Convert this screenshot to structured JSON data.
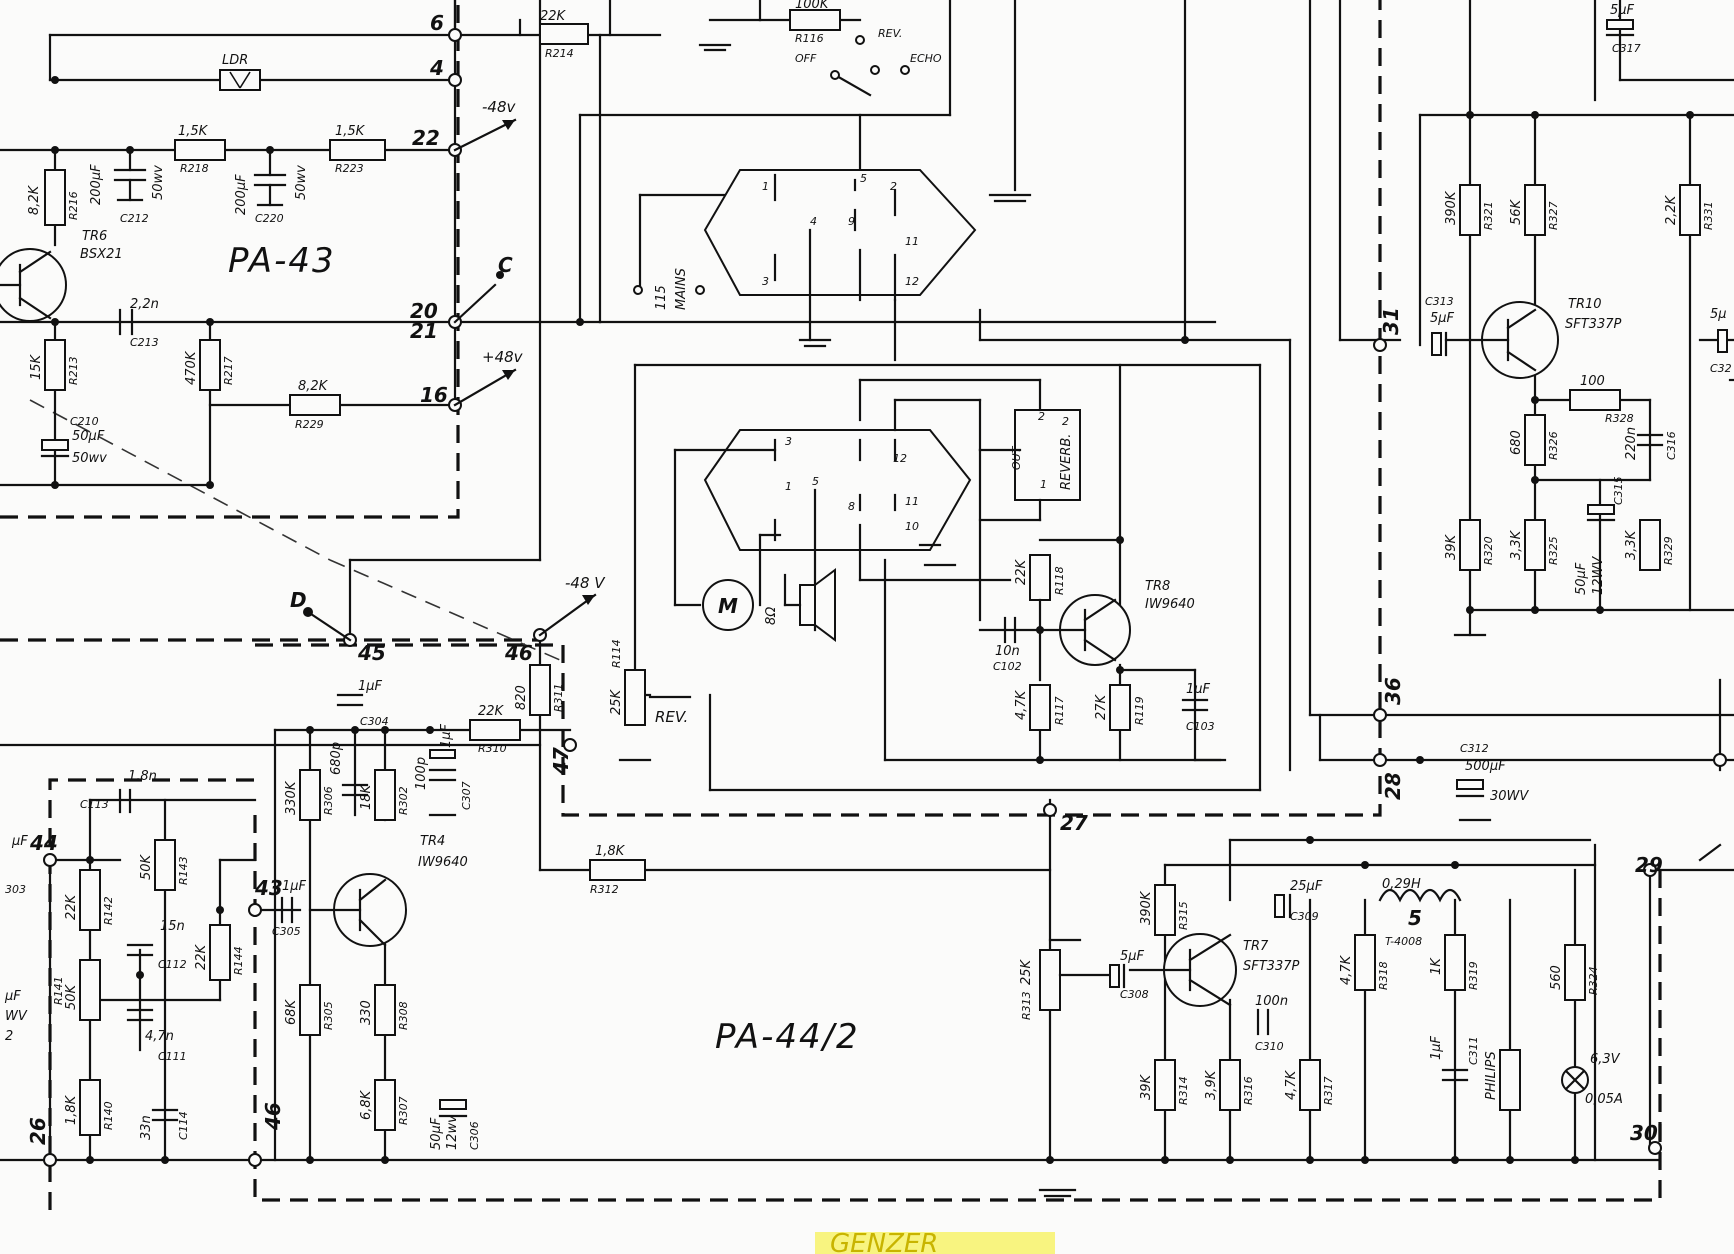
{
  "boards": {
    "pa43": "PA-43",
    "pa44": "PA-44/2"
  },
  "footer_mark": "GENZER",
  "terminals": {
    "t6": "6",
    "t4": "4",
    "t22": "22",
    "t20": "20",
    "t21": "21",
    "t16": "16",
    "t45": "45",
    "t46": "46",
    "t47": "47",
    "t44": "44",
    "t43": "43",
    "t26": "26",
    "t46b": "46",
    "t27": "27",
    "t28": "28",
    "t36": "36",
    "t31": "31",
    "t29": "29",
    "t30": "30",
    "tD": "D",
    "tC": "C"
  },
  "rails": {
    "m48a": "-48v",
    "p48": "+48v",
    "m48b": "-48 V"
  },
  "components": {
    "r214": {
      "v": "22K",
      "r": "R214"
    },
    "ldr": {
      "v": "LDR"
    },
    "r218": {
      "v": "1,5K",
      "r": "R218"
    },
    "r223": {
      "v": "1,5K",
      "r": "R223"
    },
    "r216": {
      "v": "8,2K",
      "r": "R216"
    },
    "c212": {
      "v": "200µF",
      "r": "C212",
      "wv": "50wv"
    },
    "c220": {
      "v": "200µF",
      "r": "C220",
      "wv": "50wv"
    },
    "tr6a": {
      "v": "TR6",
      "t": "BSX21"
    },
    "c213": {
      "v": "2,2n",
      "r": "C213"
    },
    "r213": {
      "v": "15K",
      "r": "R213"
    },
    "r217": {
      "v": "470K",
      "r": "R217"
    },
    "r229": {
      "v": "8,2K",
      "r": "R229"
    },
    "c210": {
      "v": "C210",
      "r": "50µF",
      "wv": "50wv"
    },
    "r116": {
      "v": "100K",
      "r": "R116"
    },
    "sw_rev": "REV.",
    "sw_off": "OFF",
    "sw_echo": "ECHO",
    "mains": {
      "v": "115",
      "r": "MAINS"
    },
    "pins_top": [
      "1",
      "2",
      "3",
      "4",
      "5",
      "9",
      "11",
      "12"
    ],
    "pins_mid": [
      "1",
      "2",
      "3",
      "5",
      "8",
      "10",
      "11",
      "12"
    ],
    "motor": "M",
    "spk": "8Ω",
    "reverb": {
      "a": "OUT",
      "b": "REVERB.",
      "p1": "1",
      "p2": "2"
    },
    "r118": {
      "v": "22K",
      "r": "R118"
    },
    "tr8": {
      "v": "TR8",
      "t": "IW9640"
    },
    "c102": {
      "v": "10n",
      "r": "C102"
    },
    "r117": {
      "v": "4,7K",
      "r": "R117"
    },
    "r119": {
      "v": "27K",
      "r": "R119"
    },
    "c103": {
      "v": "1µF",
      "r": "C103"
    },
    "c304": {
      "v": "1µF",
      "r": "C304"
    },
    "r311": {
      "v": "820",
      "r": "R311"
    },
    "r114": {
      "v": "25K",
      "r": "R114"
    },
    "rev2": "REV.",
    "r310": {
      "v": "22K",
      "r": "R310"
    },
    "r306": {
      "v": "330K",
      "r": "R306"
    },
    "c_680": {
      "v": "680p",
      "r": ""
    },
    "r302": {
      "v": "18K",
      "r": "R302"
    },
    "c_100": {
      "v": "100p",
      "r": ""
    },
    "c307": {
      "v": "1µF",
      "r": "C307"
    },
    "tr4": {
      "v": "TR4",
      "t": "IW9640"
    },
    "c113": {
      "v": "1,8n",
      "r": "C113"
    },
    "r143": {
      "v": "50K",
      "r": "R143"
    },
    "r142": {
      "v": "22K",
      "r": "R142"
    },
    "r141": {
      "v": "50K",
      "r": "R141"
    },
    "c112": {
      "v": "15n",
      "r": "C112"
    },
    "c111": {
      "v": "4,7n",
      "r": "C111"
    },
    "r144": {
      "v": "22K",
      "r": "R144"
    },
    "r140": {
      "v": "1,8K",
      "r": "R140"
    },
    "c114": {
      "v": "33n",
      "r": "C114"
    },
    "c305": {
      "v": "1µF",
      "r": "C305"
    },
    "r305": {
      "v": "68K",
      "r": "R305"
    },
    "r308": {
      "v": "330",
      "r": "R308"
    },
    "r307": {
      "v": "6,8K",
      "r": "R307"
    },
    "c306": {
      "v": "50µF",
      "r": "C306",
      "wv": "12wv"
    },
    "r312": {
      "v": "1,8K",
      "r": "R312"
    },
    "c303": {
      "v": "µF",
      "r": "303"
    },
    "c_left": {
      "a": "µF",
      "b": "WV",
      "c": "2"
    },
    "r313": {
      "v": "25K",
      "r": "R313"
    },
    "c308a": {
      "v": "5µF",
      "r": "C308"
    },
    "r315": {
      "v": "390K",
      "r": "R315"
    },
    "r314": {
      "v": "39K",
      "r": "R314"
    },
    "tr7": {
      "v": "TR7",
      "t": "SFT337P"
    },
    "c309": {
      "v": "25µF",
      "r": "C309"
    },
    "l5": {
      "v": "0,29H",
      "r": "5",
      "t": "T-4008"
    },
    "r318": {
      "v": "4,7K",
      "r": "R318"
    },
    "r319": {
      "v": "1K",
      "r": "R319"
    },
    "c310": {
      "v": "100n",
      "r": "C310"
    },
    "r316": {
      "v": "3,9K",
      "r": "R316"
    },
    "r317": {
      "v": "4,7K",
      "r": "R317"
    },
    "c311": {
      "v": "1µF",
      "r": "C311"
    },
    "philips": "PHILIPS",
    "r324": {
      "v": "560",
      "r": "R324"
    },
    "lamp": {
      "v": "6,3V",
      "r": "0,05A"
    },
    "c312": {
      "v": "C312",
      "r": "500µF",
      "wv": "30WV"
    },
    "c313": {
      "v": "C313",
      "r": "5µF"
    },
    "tr10": {
      "v": "TR10",
      "t": "SFT337P"
    },
    "r321": {
      "v": "390K",
      "r": "R321"
    },
    "r327": {
      "v": "56K",
      "r": "R327"
    },
    "r331": {
      "v": "2,2K",
      "r": "R331"
    },
    "r328": {
      "v": "100",
      "r": "R328"
    },
    "r326": {
      "v": "680",
      "r": "R326"
    },
    "c316": {
      "v": "220n",
      "r": "C316"
    },
    "r320": {
      "v": "39K",
      "r": "R320"
    },
    "r325": {
      "v": "3,3K",
      "r": "R325"
    },
    "c315": {
      "v": "50µF",
      "r": "C315",
      "wv": "12WV"
    },
    "r329": {
      "v": "3,3K",
      "r": "R329"
    },
    "c317": {
      "v": "5µF",
      "r": "C317"
    },
    "c32x": {
      "v": "5µ",
      "r": "C32"
    }
  }
}
